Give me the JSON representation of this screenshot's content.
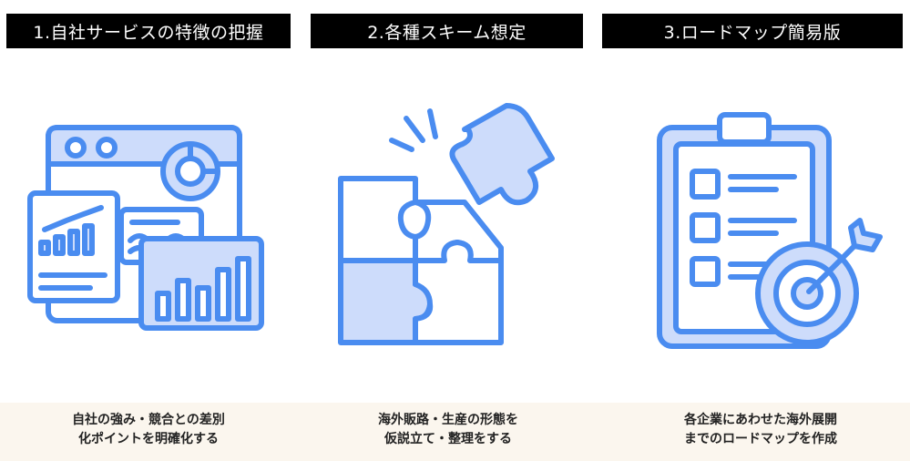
{
  "steps": [
    {
      "title": "1.自社サービスの特徴の把握",
      "icon": "dashboard-icon",
      "caption_lines": [
        "自社の強み・競合との差別",
        "化ポイントを明確化する"
      ]
    },
    {
      "title": "2.各種スキーム想定",
      "icon": "puzzle-icon",
      "caption_lines": [
        "海外販路・生産の形態を",
        "仮説立て・整理をする"
      ]
    },
    {
      "title": "3.ロードマップ簡易版",
      "icon": "checklist-target-icon",
      "caption_lines": [
        "各企業にあわせた海外展開",
        "までのロードマップを作成"
      ]
    }
  ],
  "colors": {
    "header_bg": "#000000",
    "header_text": "#ffffff",
    "icon_stroke": "#4a8cf0",
    "icon_fill_light": "#cddcfb",
    "band_bg": "#fbf6ee"
  }
}
